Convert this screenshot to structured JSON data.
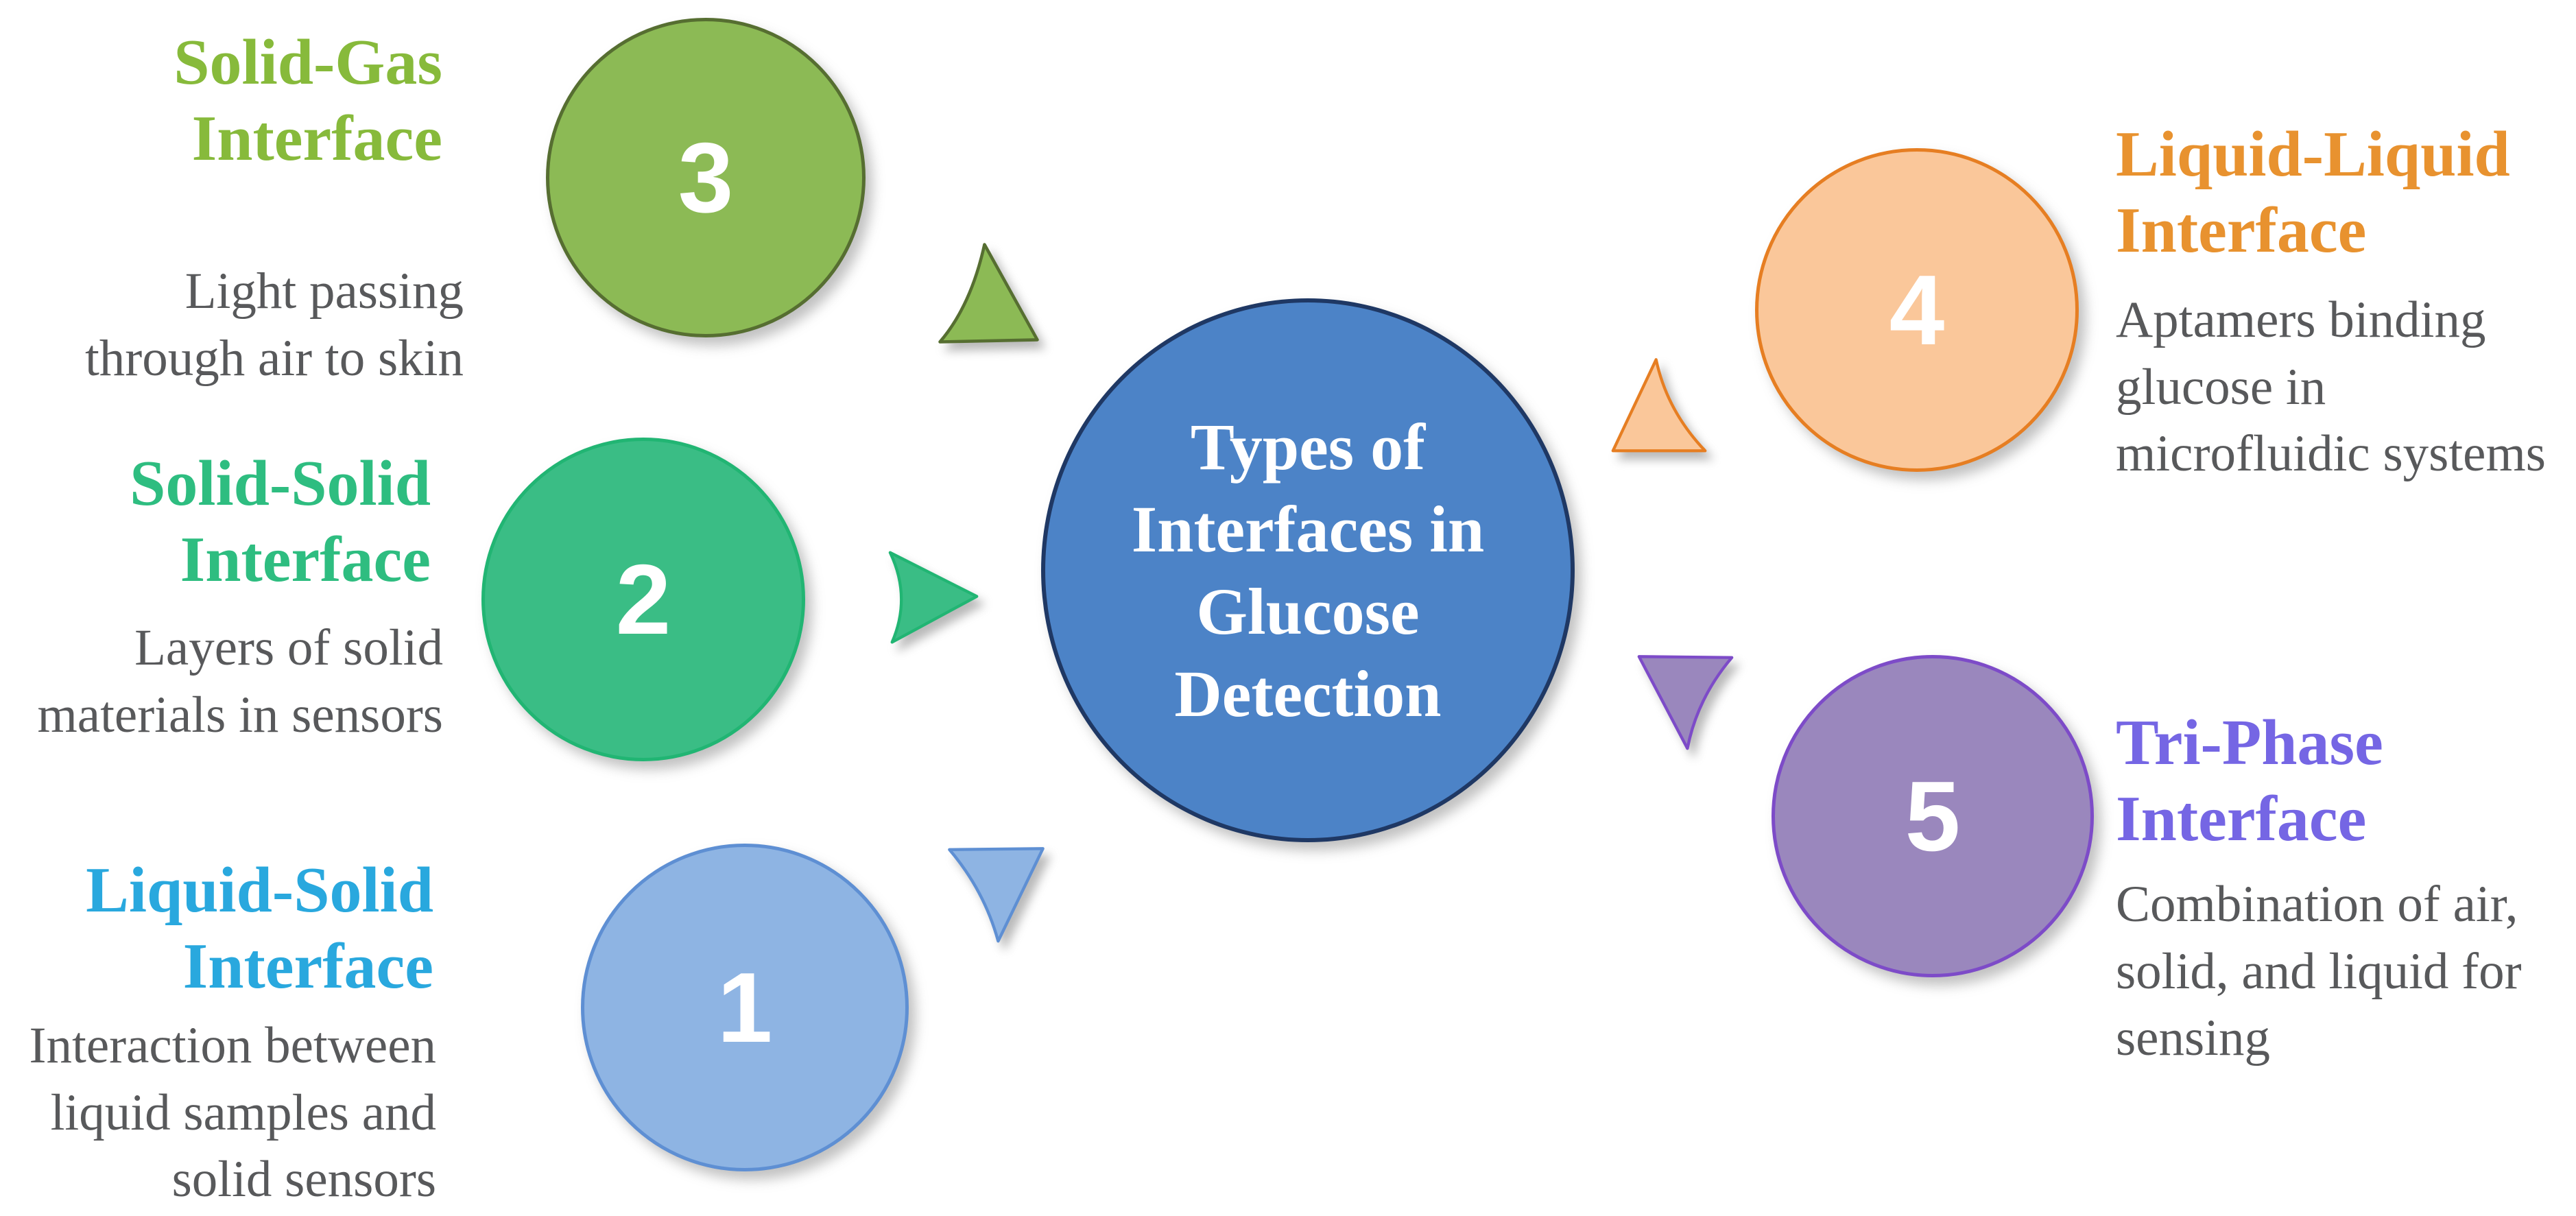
{
  "diagram": {
    "description_color": "#58595B",
    "center": {
      "title_lines": [
        "Types of",
        "Interfaces in",
        "Glucose",
        "Detection"
      ],
      "fill": "#4C83C7",
      "border": "#1F3864",
      "text_color": "#FFFFFF"
    },
    "nodes": [
      {
        "number": "1",
        "title_lines": [
          "Liquid-Solid",
          "Interface"
        ],
        "desc_lines": [
          "Interaction between",
          "liquid samples and",
          "solid sensors"
        ],
        "title_color": "#29A8DE",
        "circle_fill": "#8EB4E3",
        "circle_border": "#5E8FD3",
        "arrow_direction": "down"
      },
      {
        "number": "2",
        "title_lines": [
          "Solid-Solid",
          "Interface"
        ],
        "desc_lines": [
          "Layers of solid",
          "materials in sensors"
        ],
        "title_color": "#2EBD80",
        "circle_fill": "#3ABD85",
        "circle_border": "#21B573",
        "arrow_direction": "right"
      },
      {
        "number": "3",
        "title_lines": [
          "Solid-Gas",
          "Interface"
        ],
        "desc_lines": [
          "Light passing",
          "through air to skin"
        ],
        "title_color": "#87BA3B",
        "circle_fill": "#8CBA55",
        "circle_border": "#566E31",
        "arrow_direction": "up"
      },
      {
        "number": "4",
        "title_lines": [
          "Liquid-Liquid",
          "Interface"
        ],
        "desc_lines": [
          "Aptamers binding",
          "glucose in",
          "microfluidic systems"
        ],
        "title_color": "#E8922F",
        "circle_fill": "#FAC79A",
        "circle_border": "#E67E22",
        "arrow_direction": "up"
      },
      {
        "number": "5",
        "title_lines": [
          "Tri-Phase",
          "Interface"
        ],
        "desc_lines": [
          "Combination of air,",
          "solid, and liquid for",
          "sensing"
        ],
        "title_color": "#7566E4",
        "circle_fill": "#9A87BD",
        "circle_border": "#7D4BC8",
        "arrow_direction": "down"
      }
    ]
  }
}
